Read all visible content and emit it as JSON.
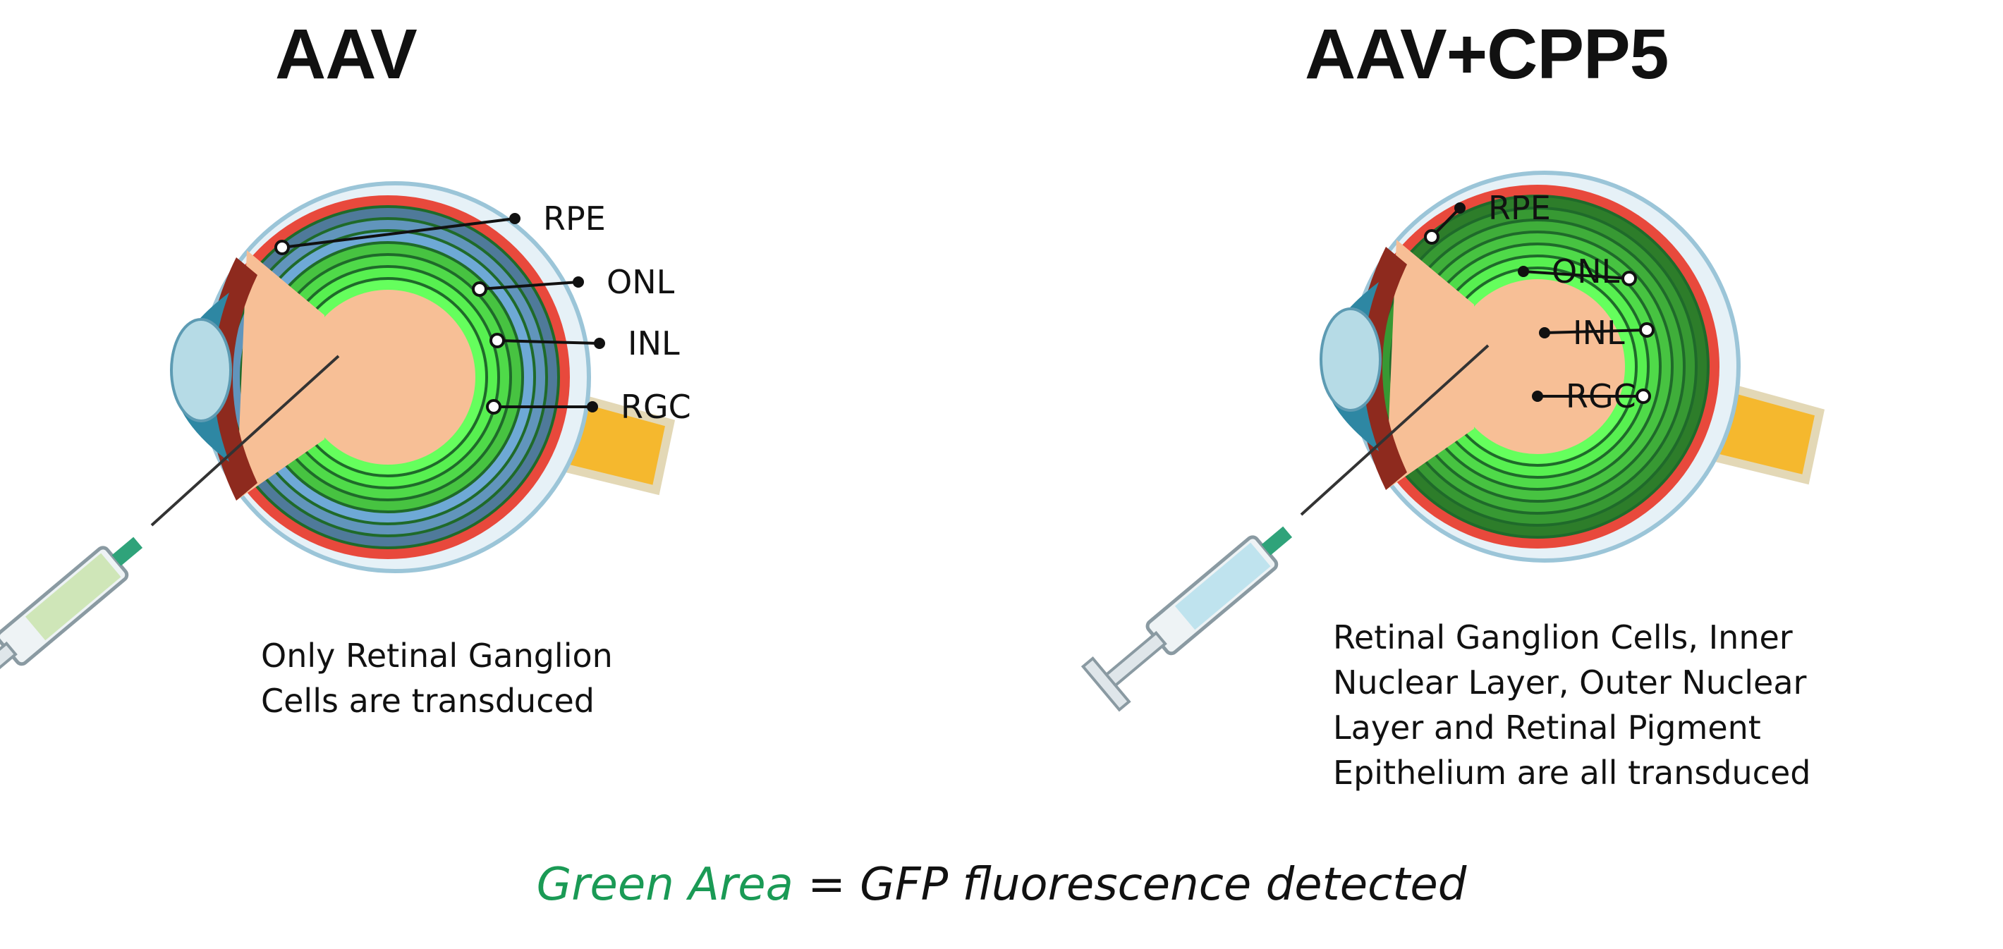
{
  "panels": [
    {
      "title": "AAV",
      "layers": [
        {
          "label": "RPE",
          "transduced": false
        },
        {
          "label": "ONL",
          "transduced": false
        },
        {
          "label": "INL",
          "transduced": false
        },
        {
          "label": "RGC",
          "transduced": true
        }
      ],
      "caption": [
        "Only Retinal Ganglion",
        "Cells are transduced"
      ]
    },
    {
      "title": "AAV+CPP5",
      "layers": [
        {
          "label": "RPE",
          "transduced": true
        },
        {
          "label": "ONL",
          "transduced": true
        },
        {
          "label": "INL",
          "transduced": true
        },
        {
          "label": "RGC",
          "transduced": true
        }
      ],
      "caption": [
        "Retinal Ganglion Cells, Inner",
        "Nuclear Layer, Outer Nuclear",
        "Layer and Retinal Pigment",
        "Epithelium are all transduced"
      ]
    }
  ],
  "legend": {
    "key": "Green Area",
    "rest": " = GFP fluorescence detected"
  },
  "colors": {
    "transduced_green": "#3fae3a",
    "untransduced_blue": "#6ea9d6",
    "vitreous": "#f7bf96",
    "sclera": "#e8493c",
    "optic_nerve": "#f5b82e",
    "cornea": "#2e87a3",
    "lens": "#b6dbe6",
    "legend_key": "#1a9a55"
  }
}
